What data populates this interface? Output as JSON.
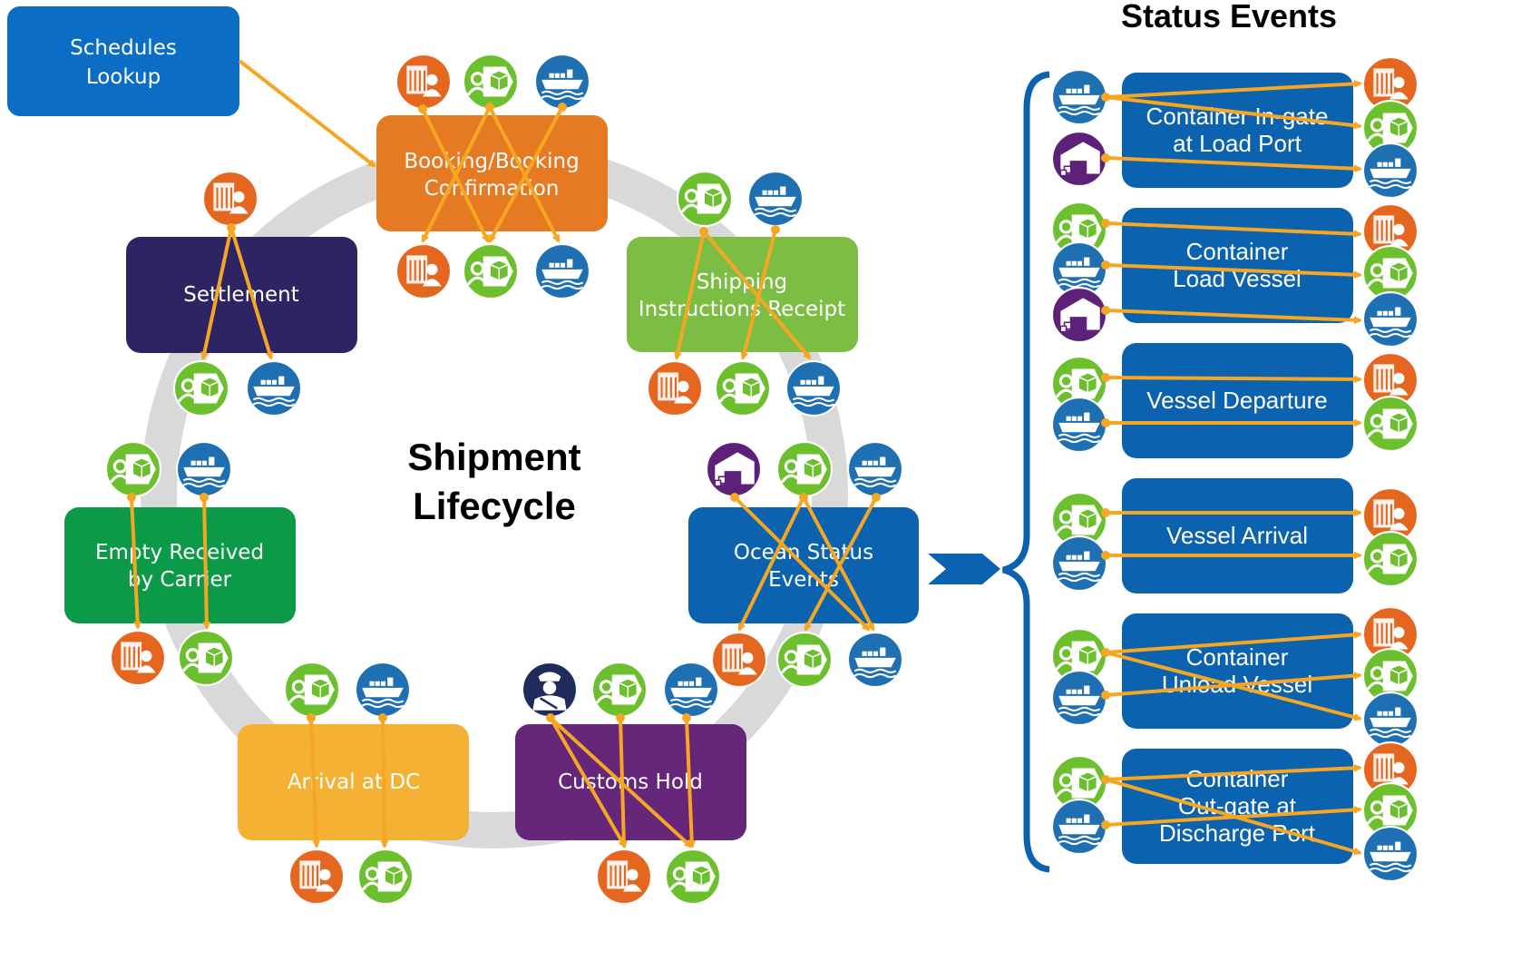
{
  "colors": {
    "shipper": "#E4661F",
    "forwarder": "#6CBF2D",
    "carrier": "#1F6FB3",
    "terminal": "#5E2179",
    "customs": "#1F2B5C",
    "arrow": "#F5A623",
    "ring": "#D9D9D9",
    "event_box": "#0B62AF",
    "brace": "#0B62AF"
  },
  "lifecycle": {
    "title_line1": "Shipment",
    "title_line2": "Lifecycle",
    "schedules": {
      "line1": "Schedules",
      "line2": "Lookup",
      "color": "#0B6EC4"
    },
    "stages": [
      {
        "key": "booking",
        "line1": "Booking/Booking",
        "line2": "Confirmation",
        "color": "#E67A22"
      },
      {
        "key": "shipping",
        "line1": "Shipping",
        "line2": "Instructions Receipt",
        "color": "#7CBD43"
      },
      {
        "key": "ocean",
        "line1": "Ocean Status",
        "line2": "Events",
        "color": "#0B62AF"
      },
      {
        "key": "customs",
        "line1": "Customs Hold",
        "line2": "",
        "color": "#66267A"
      },
      {
        "key": "arrival",
        "line1": "Arrival at DC",
        "line2": "",
        "color": "#F4B133"
      },
      {
        "key": "empty",
        "line1": "Empty Received",
        "line2": "by Carrier",
        "color": "#0C9A48"
      },
      {
        "key": "settlement",
        "line1": "Settlement",
        "line2": "",
        "color": "#2E2463"
      }
    ]
  },
  "status_events": {
    "title": "Status Events",
    "events": [
      {
        "lines": [
          "Container In-gate",
          "at Load Port"
        ]
      },
      {
        "lines": [
          "Container",
          "Load Vessel"
        ]
      },
      {
        "lines": [
          "Vessel Departure"
        ]
      },
      {
        "lines": [
          "Vessel Arrival"
        ]
      },
      {
        "lines": [
          "Container",
          "Unload Vessel"
        ]
      },
      {
        "lines": [
          "Container",
          "Out-gate at",
          "Discharge Port"
        ]
      }
    ]
  },
  "icons": [
    "shipper-icon",
    "forwarder-icon",
    "carrier-ship-icon",
    "terminal-warehouse-icon",
    "customs-officer-icon"
  ]
}
